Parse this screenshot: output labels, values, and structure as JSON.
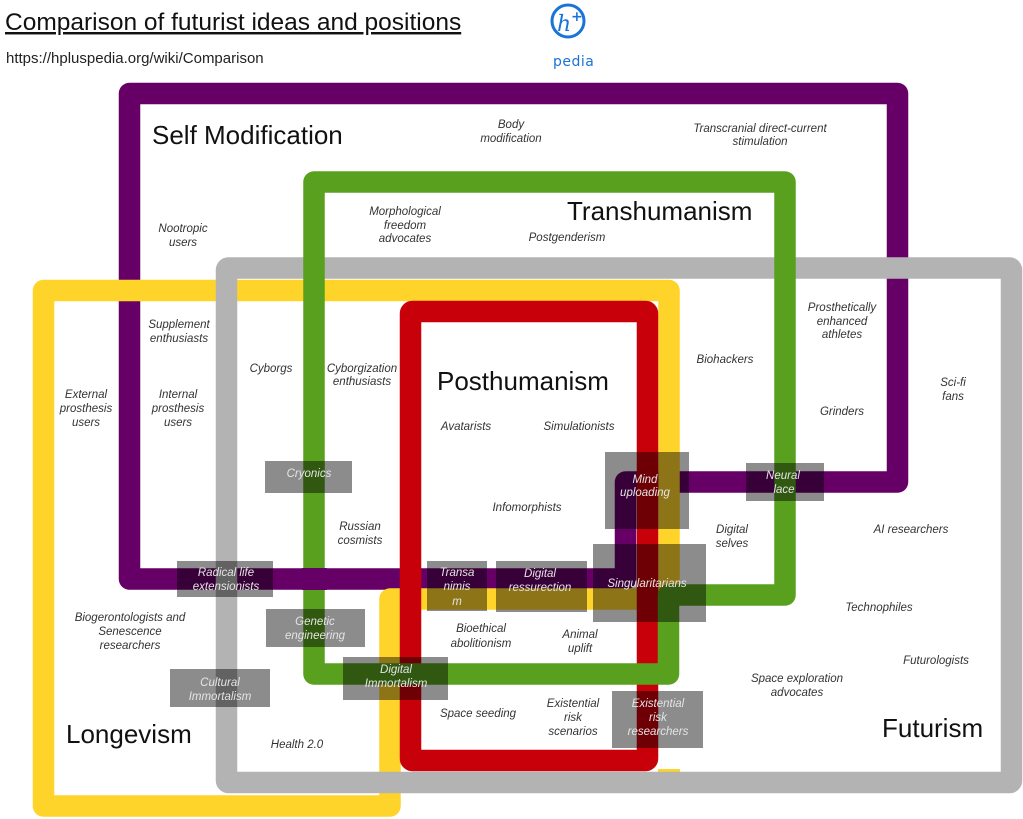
{
  "header": {
    "title": "Comparison of futurist ideas and positions",
    "url": "https://hpluspedia.org/wiki/Comparison",
    "logo": {
      "mark": "h",
      "plus": "+",
      "wordmark": "pedia",
      "color": "#1a73d8"
    }
  },
  "categories": {
    "self_modification": {
      "label": "Self Modification",
      "color": "#660066"
    },
    "transhumanism": {
      "label": "Transhumanism",
      "color": "#58a01e"
    },
    "posthumanism": {
      "label": "Posthumanism",
      "color": "#c8000a"
    },
    "longevism": {
      "label": "Longevism",
      "color": "#ffd42a"
    },
    "futurism": {
      "label": "Futurism",
      "color": "#b3b3b3"
    }
  },
  "groups": {
    "body_modification": [
      "Body",
      "modification"
    ],
    "tdcs": [
      "Transcranial direct-current",
      "stimulation"
    ],
    "nootropic_users": [
      "Nootropic",
      "users"
    ],
    "morphological_freedom": [
      "Morphological",
      "freedom",
      "advocates"
    ],
    "postgenderism": [
      "Postgenderism"
    ],
    "supplement_enthusiasts": [
      "Supplement",
      "enthusiasts"
    ],
    "external_prosthesis": [
      "External",
      "prosthesis",
      "users"
    ],
    "internal_prosthesis": [
      "Internal",
      "prosthesis",
      "users"
    ],
    "cyborgs": [
      "Cyborgs"
    ],
    "cyborgization": [
      "Cyborgization",
      "enthusiasts"
    ],
    "avatarists": [
      "Avatarists"
    ],
    "simulationists": [
      "Simulationists"
    ],
    "biohackers": [
      "Biohackers"
    ],
    "prosthetic_athletes": [
      "Prosthetically",
      "enhanced",
      "athletes"
    ],
    "grinders": [
      "Grinders"
    ],
    "scifi_fans": [
      "Sci-fi",
      "fans"
    ],
    "infomorphists": [
      "Infomorphists"
    ],
    "digital_selves": [
      "Digital",
      "selves"
    ],
    "ai_researchers": [
      "AI researchers"
    ],
    "russian_cosmists": [
      "Russian",
      "cosmists"
    ],
    "technophiles": [
      "Technophiles"
    ],
    "biogerontologists": [
      "Biogerontologists and",
      "Senescence",
      "researchers"
    ],
    "bioethical_abolitionism": [
      "Bioethical",
      "abolitionism"
    ],
    "animal_uplift": [
      "Animal",
      "uplift"
    ],
    "futurologists": [
      "Futurologists"
    ],
    "space_exploration": [
      "Space exploration",
      "advocates"
    ],
    "space_seeding": [
      "Space seeding"
    ],
    "existential_risk_scenarios": [
      "Existential",
      "risk",
      "scenarios"
    ],
    "health_2": [
      "Health 2.0"
    ]
  },
  "bridges": {
    "cryonics": [
      "Cryonics"
    ],
    "radical_life": [
      "Radical life",
      "extensionists"
    ],
    "genetic_engineering": [
      "Genetic",
      "engineering"
    ],
    "cultural_immortalism": [
      "Cultural",
      "Immortalism"
    ],
    "digital_immortalism": [
      "Digital",
      "Immortalism"
    ],
    "transanimism": [
      "Transa",
      "nimis",
      "m"
    ],
    "digital_ressurection": [
      "Digital",
      "ressurection"
    ],
    "singularitarians": [
      "Singularitarians"
    ],
    "mind_uploading": [
      "Mind",
      "uploading"
    ],
    "neural_lace": [
      "Neural",
      "lace"
    ],
    "existential_risk_researchers": [
      "Existential",
      "risk",
      "researchers"
    ]
  }
}
